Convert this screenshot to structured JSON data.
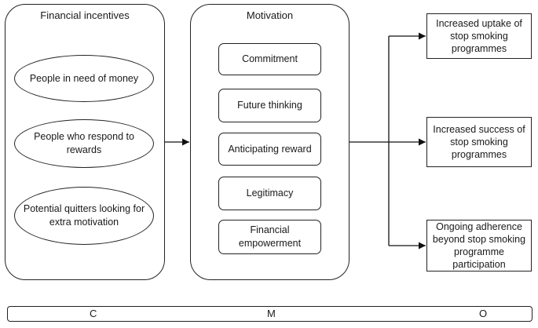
{
  "panels": {
    "context_title": "Financial incentives",
    "mechanism_title": "Motivation"
  },
  "contexts": [
    "People in need of money",
    "People who respond to rewards",
    "Potential quitters looking for extra motivation"
  ],
  "mechanisms": [
    "Commitment",
    "Future thinking",
    "Anticipating reward",
    "Legitimacy",
    "Financial empowerment"
  ],
  "outcomes": [
    "Increased uptake of stop smoking programmes",
    "Increased success of stop smoking programmes",
    "Ongoing adherence beyond stop smoking programme participation"
  ],
  "legend": {
    "c": "C",
    "m": "M",
    "o": "O"
  }
}
